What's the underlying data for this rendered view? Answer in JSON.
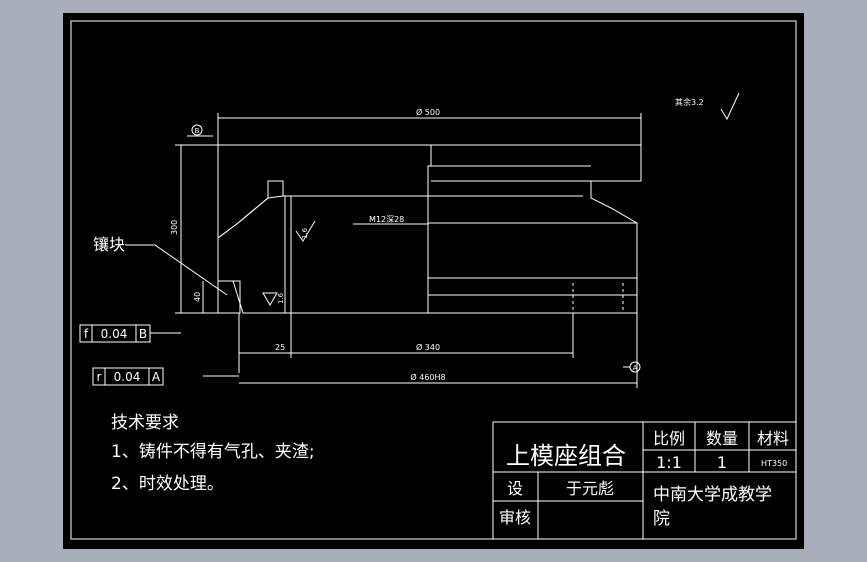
{
  "drawing": {
    "dimensions": {
      "top_width": "Ø 500",
      "height_total": "300",
      "height_small": "40",
      "thread": "M12深28",
      "offset": "25",
      "inner_dia": "Ø 340",
      "bottom_dia": "Ø 460H8",
      "roughness_side": "1.6",
      "roughness_corner": "1.6",
      "roughness_other": "其余3.2"
    },
    "datums": {
      "a": "A",
      "b": "B"
    },
    "callouts": {
      "insert": "镶块"
    },
    "tolerances": [
      {
        "symbol": "f",
        "value": "0.04",
        "datum": "B"
      },
      {
        "symbol": "r",
        "value": "0.04",
        "datum": "A"
      }
    ]
  },
  "notes": {
    "heading": "技术要求",
    "items": [
      "1、铸件不得有气孔、夹渣;",
      "2、时效处理。"
    ]
  },
  "title_block": {
    "part_name": "上模座组合",
    "scale_label": "比例",
    "scale_value": "1:1",
    "qty_label": "数量",
    "qty_value": "1",
    "material_label": "材料",
    "material_value": "HT350",
    "designer_label": "设",
    "designer_name": "于元彪",
    "checker_label": "审核",
    "school": "中南大学成教学院"
  },
  "colors": {
    "background": "#a9aebb",
    "sheet": "#000000",
    "lines": "#ffffff"
  }
}
